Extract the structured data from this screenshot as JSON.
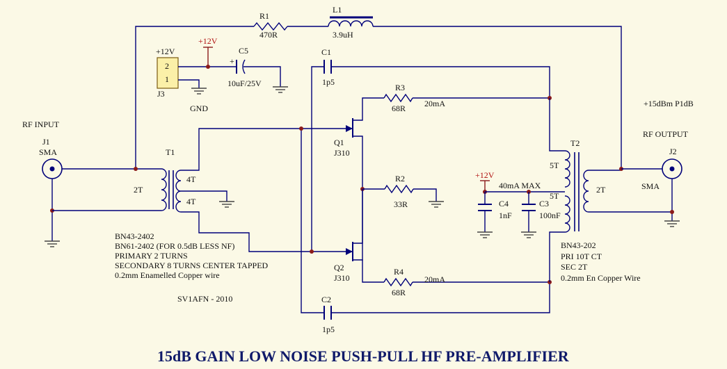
{
  "title": "15dB GAIN LOW NOISE PUSH-PULL HF PRE-AMPLIFIER",
  "author": "SV1AFN - 2010",
  "labels": {
    "rf_input": "RF INPUT",
    "rf_output": "RF OUTPUT",
    "p1db": "+15dBm P1dB",
    "gnd": "GND",
    "supply_j3": "+12V",
    "supply_c5": "+12V",
    "supply_c4": "+12V",
    "current_q": "40mA MAX"
  },
  "components": {
    "R1": {
      "ref": "R1",
      "value": "470R"
    },
    "L1": {
      "ref": "L1",
      "value": "3.9uH"
    },
    "C5": {
      "ref": "C5",
      "value": "10uF/25V"
    },
    "C1": {
      "ref": "C1",
      "value": "1p5"
    },
    "C2": {
      "ref": "C2",
      "value": "1p5"
    },
    "R3": {
      "ref": "R3",
      "value": "68R",
      "note": "20mA"
    },
    "R4": {
      "ref": "R4",
      "value": "68R",
      "note": "20mA"
    },
    "R2": {
      "ref": "R2",
      "value": "33R"
    },
    "C4": {
      "ref": "C4",
      "value": "1nF"
    },
    "C3": {
      "ref": "C3",
      "value": "100nF"
    },
    "Q1": {
      "ref": "Q1",
      "value": "J310"
    },
    "Q2": {
      "ref": "Q2",
      "value": "J310"
    },
    "J1": {
      "ref": "J1",
      "value": "SMA"
    },
    "J2": {
      "ref": "J2",
      "value": "SMA"
    },
    "J3": {
      "ref": "J3",
      "pin2": "2",
      "pin1": "1"
    },
    "T1": {
      "ref": "T1",
      "primary": "2T",
      "sec_top": "4T",
      "sec_bot": "4T"
    },
    "T2": {
      "ref": "T2",
      "pri_top": "5T",
      "pri_bot": "5T",
      "secondary": "2T"
    }
  },
  "notes_t1": [
    "BN43-2402",
    "BN61-2402 (FOR 0.5dB LESS NF)",
    "PRIMARY 2 TURNS",
    "SECONDARY 8 TURNS CENTER TAPPED",
    "0.2mm Enamelled Copper wire"
  ],
  "notes_t2": [
    "BN43-202",
    "PRI 10T CT",
    "SEC 2T",
    "0.2mm En Copper Wire"
  ]
}
